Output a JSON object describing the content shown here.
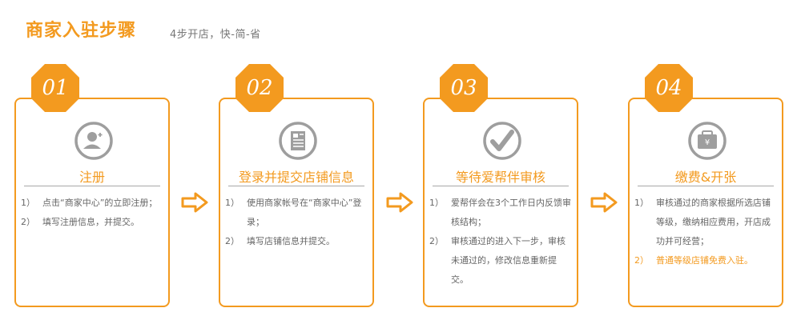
{
  "header": {
    "title": "商家入驻步骤",
    "subtitle": "4步开店，快-简-省"
  },
  "colors": {
    "accent": "#f39a1f",
    "icon": "#9e9e9e",
    "text": "#666666"
  },
  "steps": [
    {
      "number": "01",
      "icon": "user-icon",
      "title": "注册",
      "items": [
        {
          "num": "1）",
          "text": "点击“商家中心”的立即注册；"
        },
        {
          "num": "2）",
          "text": "填写注册信息，并提交。"
        }
      ]
    },
    {
      "number": "02",
      "icon": "document-icon",
      "title": "登录并提交店铺信息",
      "items": [
        {
          "num": "1）",
          "text": "使用商家帐号在“商家中心”登录；"
        },
        {
          "num": "2）",
          "text": "填写店铺信息并提交。"
        }
      ]
    },
    {
      "number": "03",
      "icon": "checkmark-icon",
      "title": "等待爱帮伴审核",
      "items": [
        {
          "num": "1）",
          "text": "爱帮伴会在3个工作日内反馈审核结构；"
        },
        {
          "num": "2）",
          "text": "审核通过的进入下一步，审核未通过的，修改信息重新提交。"
        }
      ]
    },
    {
      "number": "04",
      "icon": "wallet-icon",
      "title": "缴费&开张",
      "items": [
        {
          "num": "1）",
          "text": "审核通过的商家根据所选店铺等级，缴纳相应费用，开店成功并可经营；"
        },
        {
          "num": "2）",
          "text": "普通等级店铺免费入驻。"
        }
      ]
    }
  ]
}
